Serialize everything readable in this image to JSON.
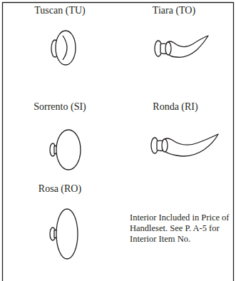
{
  "diagram": {
    "labels": [
      "Tuscan (TU)",
      "Tiara (TO)",
      "Sorrento (SI)",
      "Ronda (RI)",
      "Rosa (RO)",
      "Interior Included in Price of Handleset. See P. A-5 for Interior Item No."
    ]
  }
}
